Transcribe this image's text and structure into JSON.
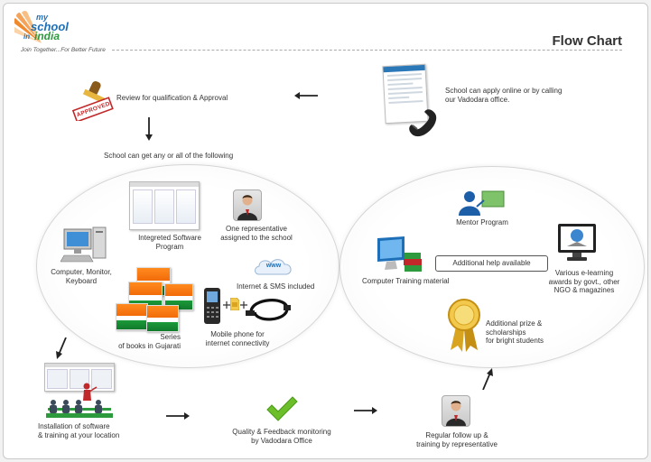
{
  "header": {
    "logo": {
      "line1": "my",
      "line2": "school",
      "line3a": "in",
      "line3b": "india"
    },
    "tagline": "Join Together...For Better Future",
    "title": "Flow Chart"
  },
  "steps": {
    "apply": {
      "text": "School can apply online or by calling our Vadodara office."
    },
    "review": {
      "text": "Review for qualification & Approval",
      "stamp": "APPROVED"
    },
    "get_any": {
      "text": "School can get any or all of the following"
    },
    "install": {
      "text_line1": "Installation of software",
      "text_line2": "& training at your location"
    },
    "quality": {
      "text_line1": "Quality & Feedback monitoring",
      "text_line2": "by Vadodara Office"
    },
    "followup": {
      "text_line1": "Regular follow up &",
      "text_line2": "training by representative"
    }
  },
  "offering_left": {
    "software": {
      "line1": "Integreted Software",
      "line2": "Program"
    },
    "representative": {
      "line1": "One representative",
      "line2": "assigned to the school"
    },
    "computer": {
      "line1": "Computer, Monitor,",
      "line2": "Keyboard"
    },
    "internet": {
      "text": "Internet & SMS included",
      "cloud": "www"
    },
    "books": {
      "line1": "Series",
      "line2": "of books in Gujarati"
    },
    "mobile": {
      "line1": "Mobile phone for",
      "line2": "internet connectivity"
    }
  },
  "offering_right": {
    "mentor": {
      "text": "Mentor Program"
    },
    "training": {
      "text": "Computer Training material"
    },
    "help": {
      "text": "Additional help available"
    },
    "awards": {
      "line1": "Various e-learning",
      "line2": "awards by govt., other",
      "line3": "NGO & magazines"
    },
    "prize": {
      "line1": "Additional prize &",
      "line2": "scholarships",
      "line3": "for bright students"
    }
  },
  "colors": {
    "accent_orange": "#f07d1a",
    "accent_blue": "#1d6fb8",
    "accent_green": "#2e9a3e",
    "check_green": "#6cbf2a",
    "arrow": "#222222"
  }
}
